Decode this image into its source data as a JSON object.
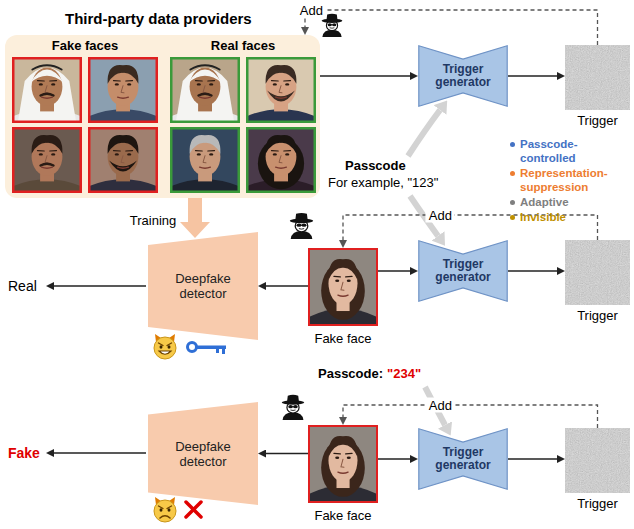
{
  "diagram": {
    "nodes": [
      {
        "text": [
          "Third-party data providers",
          "Fake faces",
          "Real faces"
        ]
      },
      {
        "text": [
          "Trigger generator"
        ]
      },
      {
        "text": [
          "Trigger"
        ]
      },
      {
        "text": [
          "Deepfake detector"
        ]
      },
      {
        "text": [
          "Fake face"
        ]
      },
      {
        "text": [
          "Trigger generator"
        ]
      },
      {
        "text": [
          "Trigger"
        ]
      },
      {
        "text": [
          "Deepfake detector"
        ]
      },
      {
        "text": [
          "Fake face"
        ]
      },
      {
        "text": [
          "Trigger generator"
        ]
      },
      {
        "text": [
          "Trigger"
        ]
      }
    ],
    "edges": [
      {
        "from": 0,
        "to": 3,
        "label": "Training",
        "arrow": "to"
      },
      {
        "from": 0,
        "to": 1,
        "arrow": "to"
      },
      {
        "from": 1,
        "to": 2,
        "arrow": "to"
      },
      {
        "from": 2,
        "to": 0,
        "label": "Add",
        "arrow": "to"
      },
      {
        "from": 4,
        "to": 5,
        "arrow": "to"
      },
      {
        "from": 5,
        "to": 6,
        "arrow": "to"
      },
      {
        "from": 6,
        "to": 4,
        "label": "Add",
        "arrow": "to"
      },
      {
        "from": 4,
        "to": 3,
        "arrow": "to"
      },
      {
        "from": 8,
        "to": 9,
        "arrow": "to"
      },
      {
        "from": 9,
        "to": 10,
        "arrow": "to"
      },
      {
        "from": 10,
        "to": 8,
        "label": "Add",
        "arrow": "to"
      },
      {
        "from": 8,
        "to": 7,
        "arrow": "to"
      }
    ],
    "labels": [
      "Real",
      "Passcode",
      "For example, \"123\"",
      "Passcode:",
      "\"234\"",
      "Fake"
    ],
    "legend": [
      {
        "text": "Passcode-controlled",
        "color": "#4472c4"
      },
      {
        "text": "Representation-suppression",
        "color": "#ed7d31"
      },
      {
        "text": "Adaptive",
        "color": "#7f7f7f"
      },
      {
        "text": "Invisible",
        "color": "#bf9000"
      }
    ]
  }
}
